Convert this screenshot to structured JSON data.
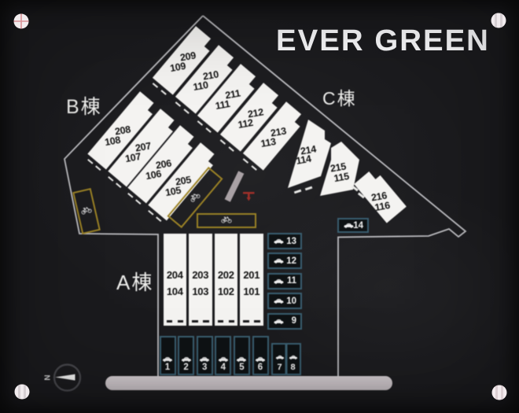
{
  "sign": {
    "title": "EVER GREEN"
  },
  "buildings": {
    "b": {
      "label": "B棟",
      "units": [
        {
          "upper": "208",
          "lower": "108"
        },
        {
          "upper": "207",
          "lower": "107"
        },
        {
          "upper": "206",
          "lower": "106"
        },
        {
          "upper": "205",
          "lower": "105"
        }
      ]
    },
    "c": {
      "label": "C棟",
      "units": [
        {
          "upper": "209",
          "lower": "109"
        },
        {
          "upper": "210",
          "lower": "110"
        },
        {
          "upper": "211",
          "lower": "111"
        },
        {
          "upper": "212",
          "lower": "112"
        },
        {
          "upper": "213",
          "lower": "113"
        },
        {
          "upper": "214",
          "lower": "114"
        },
        {
          "upper": "215",
          "lower": "115"
        },
        {
          "upper": "216",
          "lower": "116"
        }
      ]
    },
    "a": {
      "label": "A棟",
      "units": [
        {
          "upper": "204",
          "lower": "104"
        },
        {
          "upper": "203",
          "lower": "103"
        },
        {
          "upper": "202",
          "lower": "102"
        },
        {
          "upper": "201",
          "lower": "101"
        }
      ]
    }
  },
  "parking": {
    "icon": "car-icon",
    "stalls_bottom": [
      "1",
      "2",
      "3",
      "4",
      "5",
      "6"
    ],
    "stalls_pair": [
      "7",
      "8"
    ],
    "stalls_right": [
      "13",
      "12",
      "11",
      "10",
      "9"
    ],
    "stall_single": "14"
  },
  "bike_areas": {
    "icon": "bicycle-icon",
    "count": 3
  },
  "compass": {
    "north_label": "N"
  },
  "colors": {
    "background": "#17171a",
    "unit_fill": "#f2f1ef",
    "boundary_line": "#c9c9cc",
    "stall_border": "#3e6478",
    "bike_border": "#9b8226",
    "road": "#c4bdc1",
    "utility_red": "#b5342c",
    "text_dark": "#111111",
    "text_light": "#f2f2f2"
  }
}
